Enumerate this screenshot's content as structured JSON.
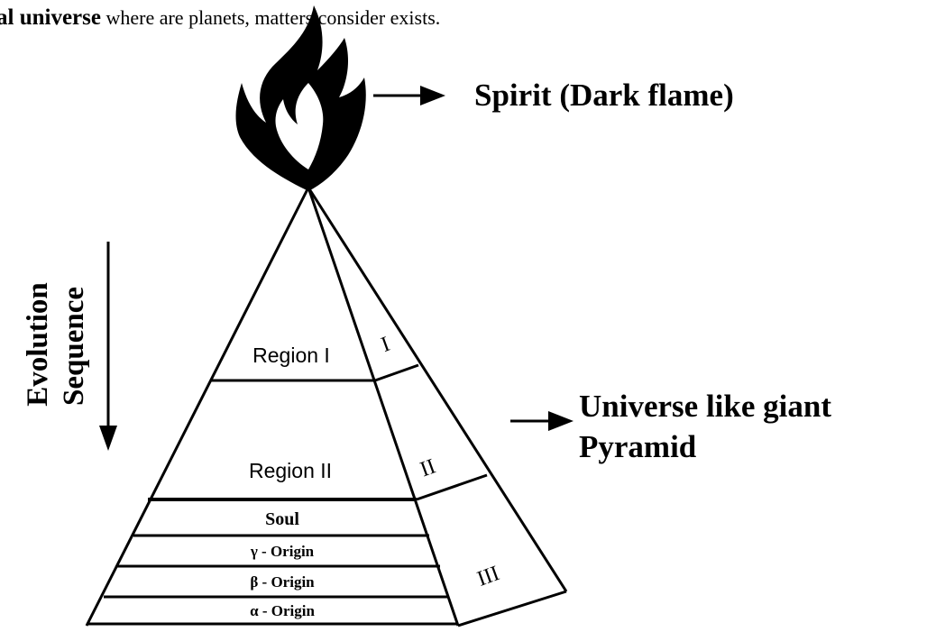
{
  "caption": {
    "bold_part": "al universe",
    "rest": " where are planets, matters consider exists."
  },
  "spirit_label": "Spirit (Dark flame)",
  "universe_label": {
    "line1": "Universe like giant",
    "line2": "Pyramid"
  },
  "evolution_label": {
    "line1": "Evolution",
    "line2": "Sequence"
  },
  "front_regions": {
    "region1": "Region I",
    "region2": "Region II",
    "soul": "Soul",
    "gamma": "γ - Origin",
    "beta": "β - Origin",
    "alpha": "α - Origin"
  },
  "side_regions": {
    "r1": "I",
    "r2": "II",
    "r3": "III"
  },
  "colors": {
    "ink": "#000000",
    "background": "#ffffff"
  }
}
